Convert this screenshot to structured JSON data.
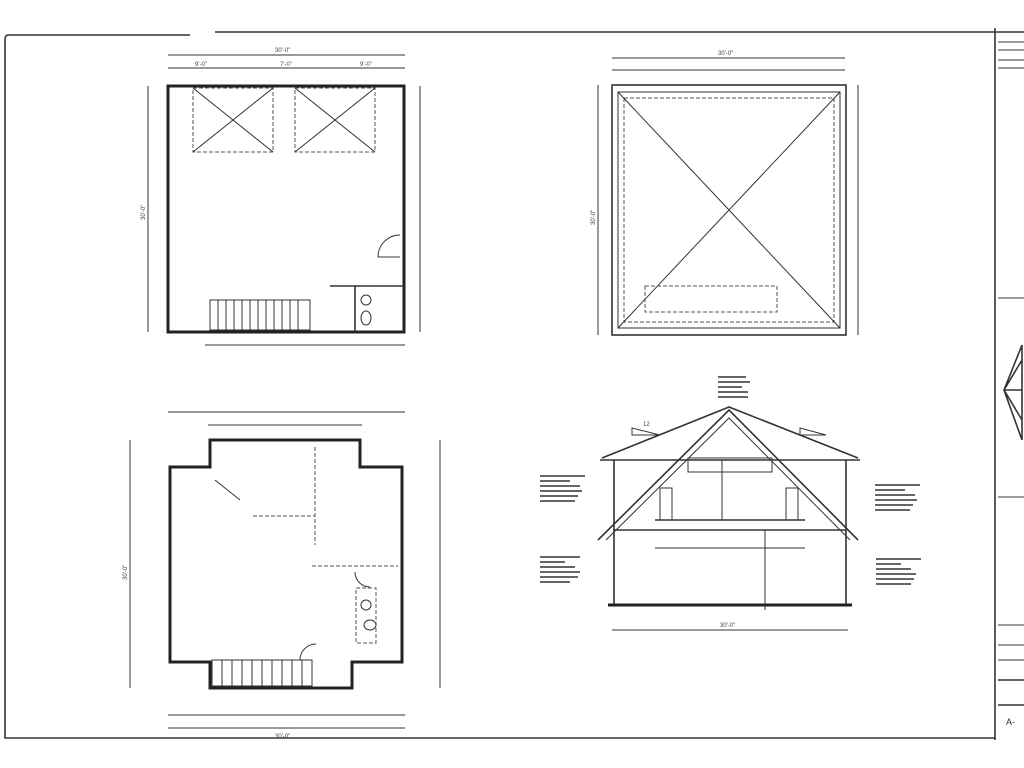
{
  "sheet": {
    "number": "A-"
  },
  "floor_plan": {
    "overall_width": "30'-0\"",
    "door_dims": [
      "9'-0\"",
      "7'-0\"",
      "9'-0\""
    ],
    "overall_depth": "30'-0\""
  },
  "roof_plan": {
    "overall_width": "30'-0\"",
    "overall_depth": "30'-0\""
  },
  "upper_plan": {
    "overall_width": "30'-0\"",
    "overall_depth": "30'-0\""
  },
  "section": {
    "overall_width": "30'-0\"",
    "slope": "12"
  }
}
